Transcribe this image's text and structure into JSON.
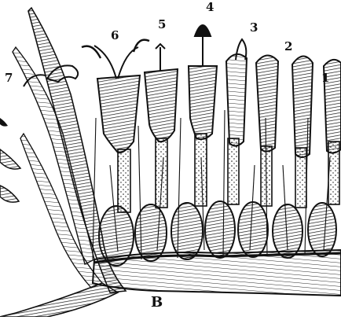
{
  "figure": {
    "panel_letter": "B",
    "floret_labels": [
      "7",
      "6",
      "5",
      "4",
      "3",
      "2",
      "1"
    ],
    "ink_color": "#111111",
    "paper_color": "#ffffff"
  }
}
